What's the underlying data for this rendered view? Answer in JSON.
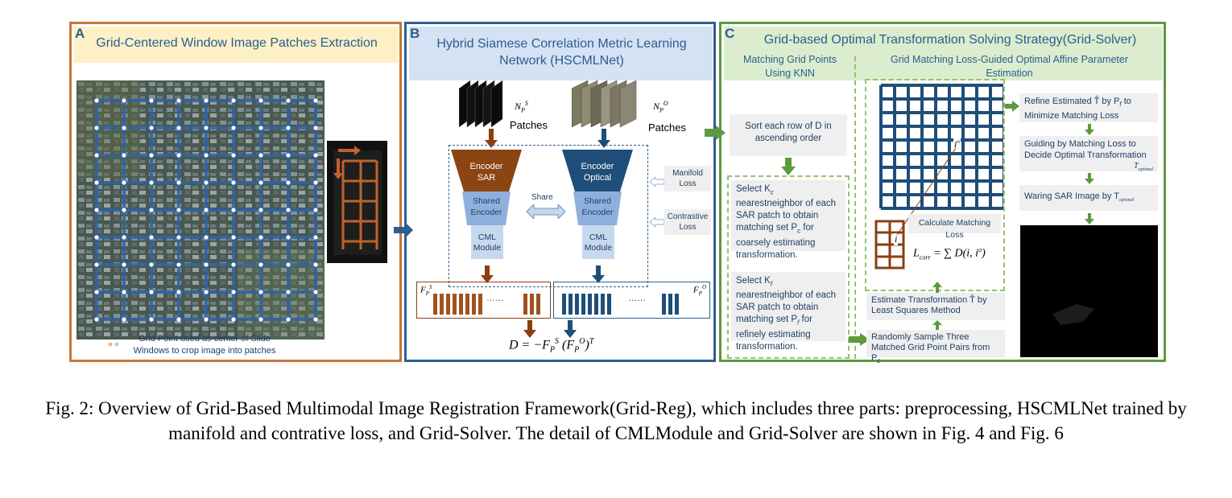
{
  "panelA": {
    "letter": "A",
    "title": "Grid-Centered Window Image Patches Extraction",
    "legend_text": "Grid Point used as center of Slide Windows to crop image into patches"
  },
  "panelB": {
    "letter": "B",
    "title": "Hybrid Siamese Correlation Metric Learning Network  (HSCMLNet)",
    "sar_patches_symbol": "N",
    "sar_patches_sub": "P",
    "sar_patches_sup": "S",
    "opt_patches_symbol": "N",
    "opt_patches_sub": "P",
    "opt_patches_sup": "O",
    "patches_label": "Patches",
    "encoder_sar": "Encoder SAR",
    "encoder_optical": "Encoder Optical",
    "shared_encoder": "Shared Encoder",
    "share_label": "Share",
    "cml_module": "CML Module",
    "manifold_loss": "Manifold Loss",
    "contrastive_loss": "Contrastive Loss",
    "feature_sar": "F",
    "feature_opt": "F",
    "dots": "……",
    "formula_main": "D = −F",
    "formula_rest": "(F",
    "formula_close": ")"
  },
  "panelC": {
    "letter": "C",
    "title": "Grid-based Optimal Transformation Solving Strategy(Grid-Solver)",
    "col1_title": "Matching Grid Points Using KNN",
    "col2_title": "Grid Matching Loss-Guided Optimal Affine Parameter Estimation",
    "sort_box": "Sort each row of D in ascending order",
    "select_kc": "Select K",
    "select_kc_rest": " nearestneighbor of each  SAR patch to obtain matching set P",
    "select_kc_tail": " for coarsely estimating transformation.",
    "select_kf": "Select K",
    "select_kf_rest": " nearestneighbor of each  SAR patch to obtain matching set P",
    "select_kf_tail": " for refinely estimating transformation.",
    "calc_loss": "Calculate Matching Loss",
    "loss_formula": "L",
    "loss_formula_rest": "= ∑ D(i, i",
    "estimate_box": "Estimate Transformation  T̂ by Least Squares Method",
    "sample_box": "Randomly Sample Three Matched Grid Point Pairs from P",
    "refine_box": "Refine Estimated T̂ by P",
    "refine_box_rest": " to Minimize Matching Loss",
    "guide_box": "Guiding by Matching Loss to Decide Optimal Transformation",
    "guide_sub": "T",
    "warp_box": "Waring SAR Image by T",
    "grid_label_i": "i",
    "grid_label_io": "i"
  },
  "caption": "Fig. 2: Overview of Grid-Based Multimodal Image Registration Framework(Grid-Reg), which includes three parts: preprocessing, HSCMLNet trained by manifold and contrative loss, and Grid-Solver. The detail of CMLModule and Grid-Solver are shown in Fig. 4 and Fig. 6",
  "colors": {
    "orange": "#c5773a",
    "blue": "#2e5f8f",
    "green": "#5b9a3e",
    "sar_brown": "#8b3f10",
    "opt_blue": "#1f4e79"
  }
}
